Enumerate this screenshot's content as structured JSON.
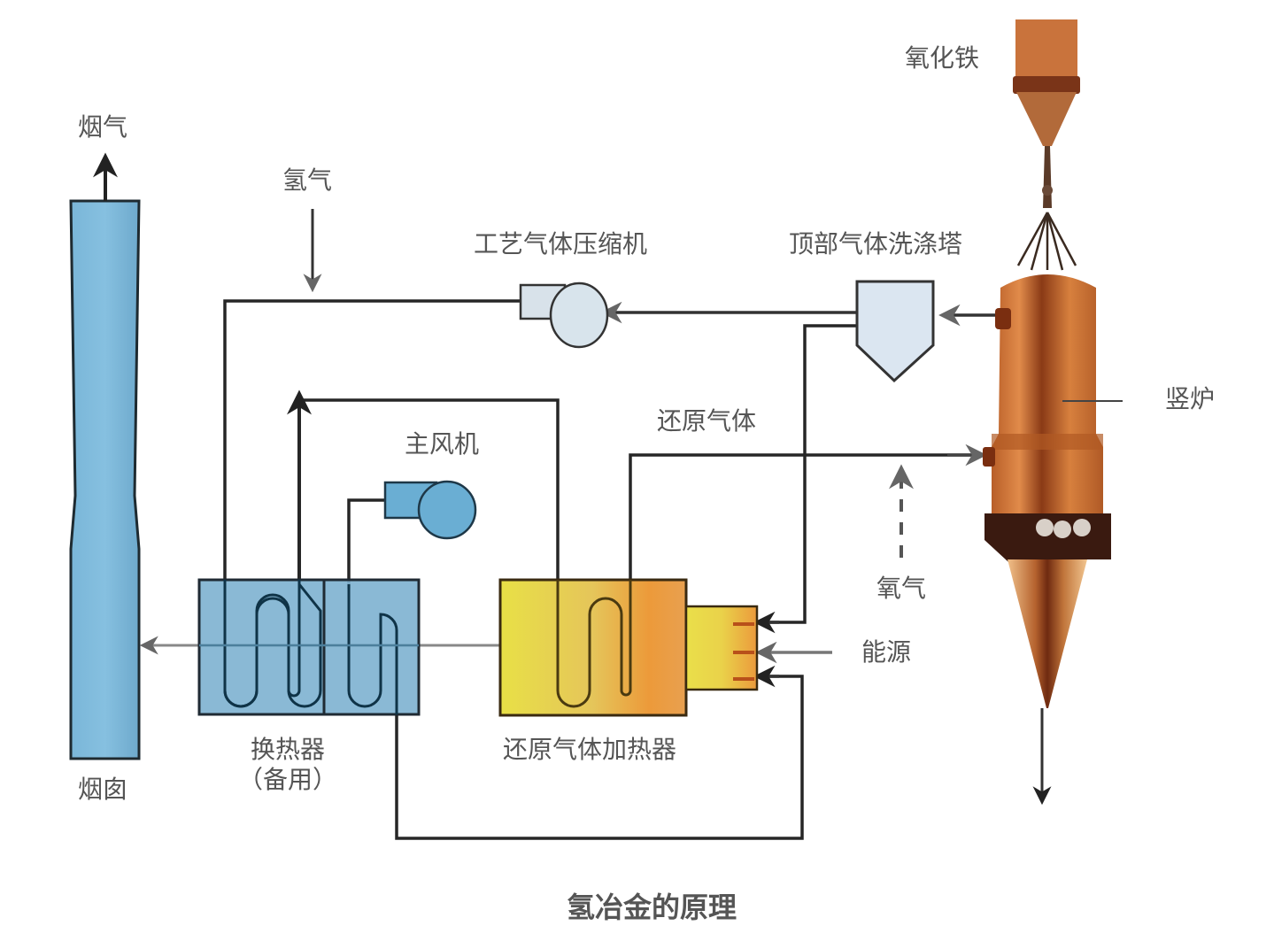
{
  "title": "氢冶金的原理",
  "labels": {
    "flue_gas": "烟气",
    "hydrogen": "氢气",
    "process_gas_compressor": "工艺气体压缩机",
    "top_gas_scrubber": "顶部气体洗涤塔",
    "iron_oxide": "氧化铁",
    "shaft_furnace": "竖炉",
    "reducing_gas": "还原气体",
    "main_blower": "主风机",
    "oxygen": "氧气",
    "energy": "能源",
    "heat_exchanger": "换热器",
    "heat_exchanger_note": "（备用）",
    "reducing_gas_heater": "还原气体加热器",
    "chimney": "烟囱"
  },
  "colors": {
    "chimney_fill": "#7bb8db",
    "exchanger_fill": "#7fb3d0",
    "blower_fill": "#6aaed3",
    "compressor_fill": "#d8e4ec",
    "scrubber_fill": "#dbe6f1",
    "heater_yellow": "#e8dd44",
    "heater_orange": "#ec9a3a",
    "furnace_main": "#c8692c",
    "furnace_dark": "#7a2f12",
    "pipe": "#222222",
    "pipe_gray": "#6b6b6b",
    "text": "#555555"
  }
}
